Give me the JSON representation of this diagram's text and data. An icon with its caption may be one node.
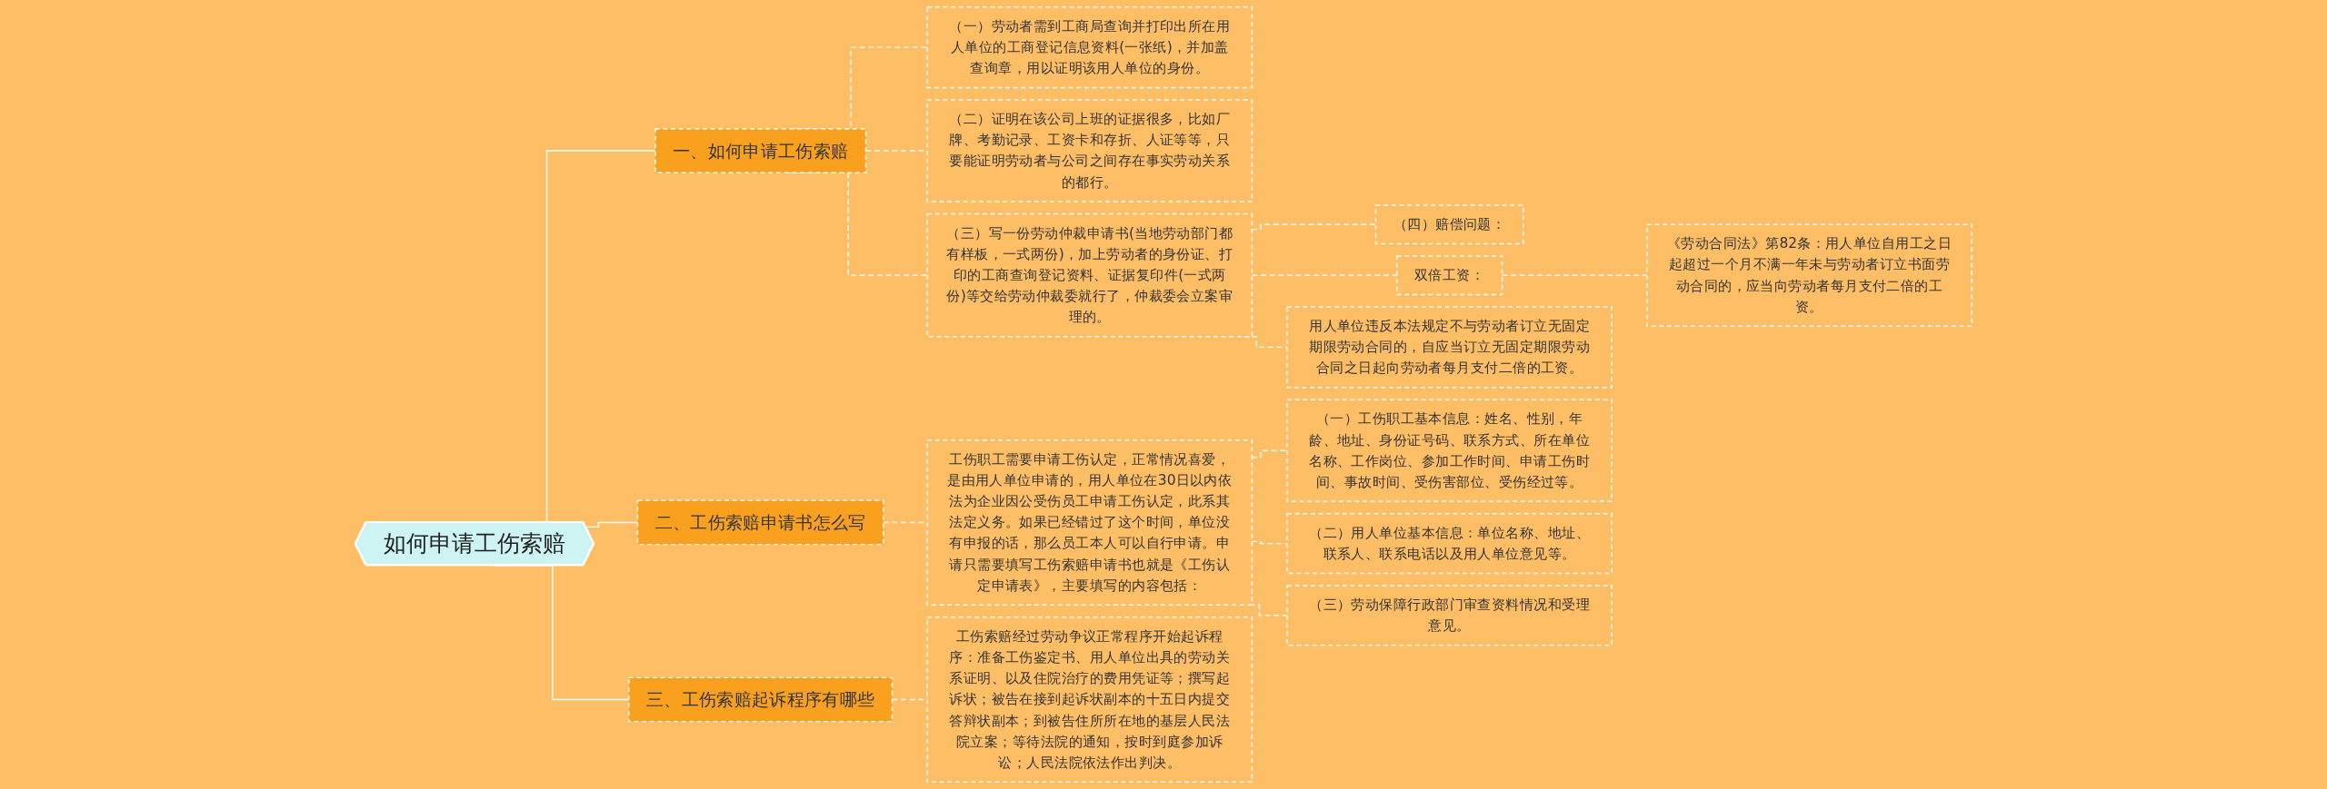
{
  "diagram": {
    "nodes": [
      {
        "text": [
          "如何申请工伤索赔"
        ]
      },
      {
        "text": [
          "一、如何申请工伤索赔"
        ]
      },
      {
        "text": [
          "（一）劳动者需到工商局查询并打印出所在用人单位的工商登记信息资料(一张纸)，并加盖查询章，用以证明该用人单位的身份。"
        ]
      },
      {
        "text": [
          "（二）证明在该公司上班的证据很多，比如厂牌、考勤记录、工资卡和存折、人证等等，只要能证明劳动者与公司之间存在事实劳动关系的都行。"
        ]
      },
      {
        "text": [
          "（三）写一份劳动仲裁申请书(当地劳动部门都有样板，一式两份)，加上劳动者的身份证、打印的工商查询登记资料、证据复印件(一式两份)等交给劳动仲裁委就行了，仲裁委会立案审理的。"
        ]
      },
      {
        "text": [
          "（四）赔偿问题："
        ]
      },
      {
        "text": [
          "双倍工资："
        ]
      },
      {
        "text": [
          "《劳动合同法》第82条：用人单位自用工之日起超过一个月不满一年未与劳动者订立书面劳动合同的，应当向劳动者每月支付二倍的工资。"
        ]
      },
      {
        "text": [
          "用人单位违反本法规定不与劳动者订立无固定期限劳动合同的，自应当订立无固定期限劳动合同之日起向劳动者每月支付二倍的工资。"
        ]
      },
      {
        "text": [
          "二、工伤索赔申请书怎么写"
        ]
      },
      {
        "text": [
          "工伤职工需要申请工伤认定，正常情况喜爱，是由用人单位申请的，用人单位在30日以内依法为企业因公受伤员工申请工伤认定，此系其法定义务。如果已经错过了这个时间，单位没有申报的话，那么员工本人可以自行申请。申请只需要填写工伤索赔申请书也就是《工伤认定申请表》，主要填写的内容包括："
        ]
      },
      {
        "text": [
          "（一）工伤职工基本信息：姓名、性别，年龄、地址、身份证号码、联系方式、所在单位名称、工作岗位、参加工作时间、申请工伤时间、事故时间、受伤害部位、受伤经过等。"
        ]
      },
      {
        "text": [
          "（二）用人单位基本信息：单位名称、地址、联系人、联系电话以及用人单位意见等。"
        ]
      },
      {
        "text": [
          "（三）劳动保障行政部门审查资料情况和受理意见。"
        ]
      },
      {
        "text": [
          "三、工伤索赔起诉程序有哪些"
        ]
      },
      {
        "text": [
          "工伤索赔经过劳动争议正常程序开始起诉程序：准备工伤鉴定书、用人单位出具的劳动关系证明、以及住院治疗的费用凭证等；撰写起诉状；被告在接到起诉状副本的十五日内提交答辩状副本；到被告住所所在地的基层人民法院立案；等待法院的通知，按时到庭参加诉讼；人民法院依法作出判决。"
        ]
      }
    ],
    "edges": [
      {
        "from": 0,
        "to": 1,
        "arrow": "none"
      },
      {
        "from": 1,
        "to": 2,
        "arrow": "none",
        "style": "dashed"
      },
      {
        "from": 1,
        "to": 3,
        "arrow": "none",
        "style": "dashed"
      },
      {
        "from": 1,
        "to": 4,
        "arrow": "none",
        "style": "dashed"
      },
      {
        "from": 4,
        "to": 5,
        "arrow": "none",
        "style": "dashed"
      },
      {
        "from": 4,
        "to": 6,
        "arrow": "none",
        "style": "dashed"
      },
      {
        "from": 4,
        "to": 8,
        "arrow": "none",
        "style": "dashed"
      },
      {
        "from": 6,
        "to": 7,
        "arrow": "none",
        "style": "dashed"
      },
      {
        "from": 0,
        "to": 9,
        "arrow": "none"
      },
      {
        "from": 9,
        "to": 10,
        "arrow": "none",
        "style": "dashed"
      },
      {
        "from": 10,
        "to": 11,
        "arrow": "none",
        "style": "dashed"
      },
      {
        "from": 10,
        "to": 12,
        "arrow": "none",
        "style": "dashed"
      },
      {
        "from": 10,
        "to": 13,
        "arrow": "none",
        "style": "dashed"
      },
      {
        "from": 0,
        "to": 14,
        "arrow": "none"
      },
      {
        "from": 14,
        "to": 15,
        "arrow": "none",
        "style": "dashed"
      }
    ]
  }
}
